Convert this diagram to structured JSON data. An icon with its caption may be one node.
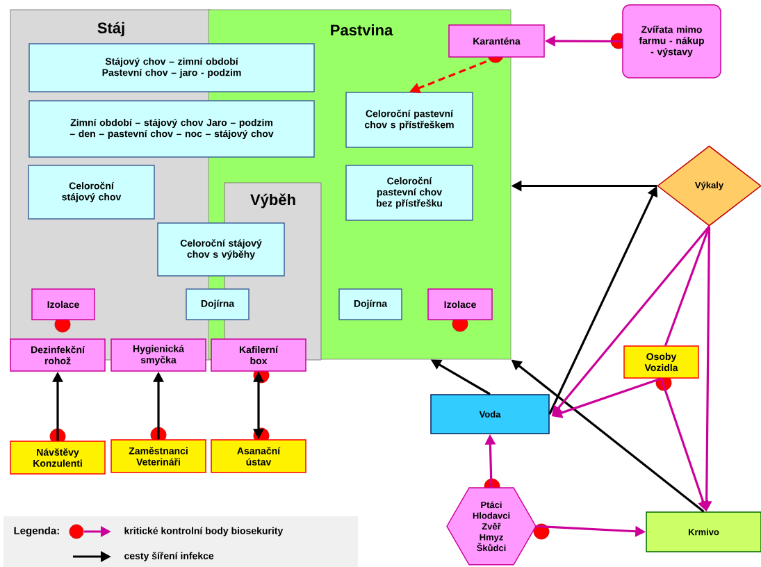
{
  "diagram": {
    "nodes": [
      {
        "text": [
          "Stáj"
        ]
      },
      {
        "text": [
          "Pastvina"
        ]
      },
      {
        "text": [
          "Výběh"
        ],
        "in": 1
      },
      {
        "text": [
          "Stájový chov – zimní období Pastevní chov – jaro - podzim"
        ]
      },
      {
        "text": [
          "Zimní období – stájový chov Jaro – podzim – den – pastevní chov – noc – stájový chov"
        ]
      },
      {
        "text": [
          "Celoroční stájový chov"
        ],
        "in": 0
      },
      {
        "text": [
          "Celoroční stájový chov s výběhy"
        ]
      },
      {
        "text": [
          "Izolace"
        ],
        "in": 0
      },
      {
        "text": [
          "Dojírna"
        ]
      },
      {
        "text": [
          "Dojírna"
        ],
        "in": 1
      },
      {
        "text": [
          "Izolace"
        ],
        "in": 1
      },
      {
        "text": [
          "Karanténa"
        ]
      },
      {
        "text": [
          "Celoroční pastevní chov s přístřeškem"
        ],
        "in": 1
      },
      {
        "text": [
          "Celoroční pastevní chov bez přístřešku"
        ],
        "in": 1
      },
      {
        "text": [
          "Zvířata mimo farmu - nákup - výstavy"
        ]
      },
      {
        "text": [
          "Výkaly"
        ]
      },
      {
        "text": [
          "Dezinfekční rohož"
        ]
      },
      {
        "text": [
          "Hygienická smyčka"
        ]
      },
      {
        "text": [
          "Kafilerní box"
        ]
      },
      {
        "text": [
          "Návštěvy Konzulenti"
        ]
      },
      {
        "text": [
          "Zaměstnanci Veterináři"
        ]
      },
      {
        "text": [
          "Asanační ústav"
        ]
      },
      {
        "text": [
          "Osoby Vozidla"
        ]
      },
      {
        "text": [
          "Voda"
        ]
      },
      {
        "text": [
          "Ptáci Hlodavci Zvěř Hmyz Škůdci"
        ]
      },
      {
        "text": [
          "Krmivo"
        ]
      }
    ],
    "edges": [
      {
        "from": 14,
        "to": 11,
        "arrow": "to"
      },
      {
        "from": 11,
        "to": 12,
        "arrow": "to",
        "style": "dashed",
        "color": "#ff0000"
      },
      {
        "from": 15,
        "to": 1,
        "arrow": "to",
        "color": "#000000"
      },
      {
        "from": 23,
        "to": 15,
        "arrow": "to",
        "color": "#000000"
      },
      {
        "from": 23,
        "to": 1,
        "arrow": "to",
        "color": "#000000"
      },
      {
        "from": 25,
        "to": 1,
        "arrow": "to",
        "color": "#000000"
      },
      {
        "from": 15,
        "to": 23,
        "arrow": "to"
      },
      {
        "from": 15,
        "to": 22,
        "arrow": "none"
      },
      {
        "from": 15,
        "to": 25,
        "arrow": "to"
      },
      {
        "from": 22,
        "to": 23,
        "arrow": "to"
      },
      {
        "from": 22,
        "to": 25,
        "arrow": "to"
      },
      {
        "from": 24,
        "to": 23,
        "arrow": "to"
      },
      {
        "from": 24,
        "to": 25,
        "arrow": "to"
      },
      {
        "from": 19,
        "to": 16,
        "arrow": "to",
        "color": "#000000"
      },
      {
        "from": 20,
        "to": 17,
        "arrow": "to",
        "color": "#000000"
      },
      {
        "from": 21,
        "to": 18,
        "arrow": "both",
        "color": "#000000"
      }
    ],
    "labels": [
      "Legenda:"
    ],
    "legend": [
      {
        "text": "kritické kontrolní body biosekurity"
      },
      {
        "text": "cesty šíření infekce"
      }
    ]
  }
}
